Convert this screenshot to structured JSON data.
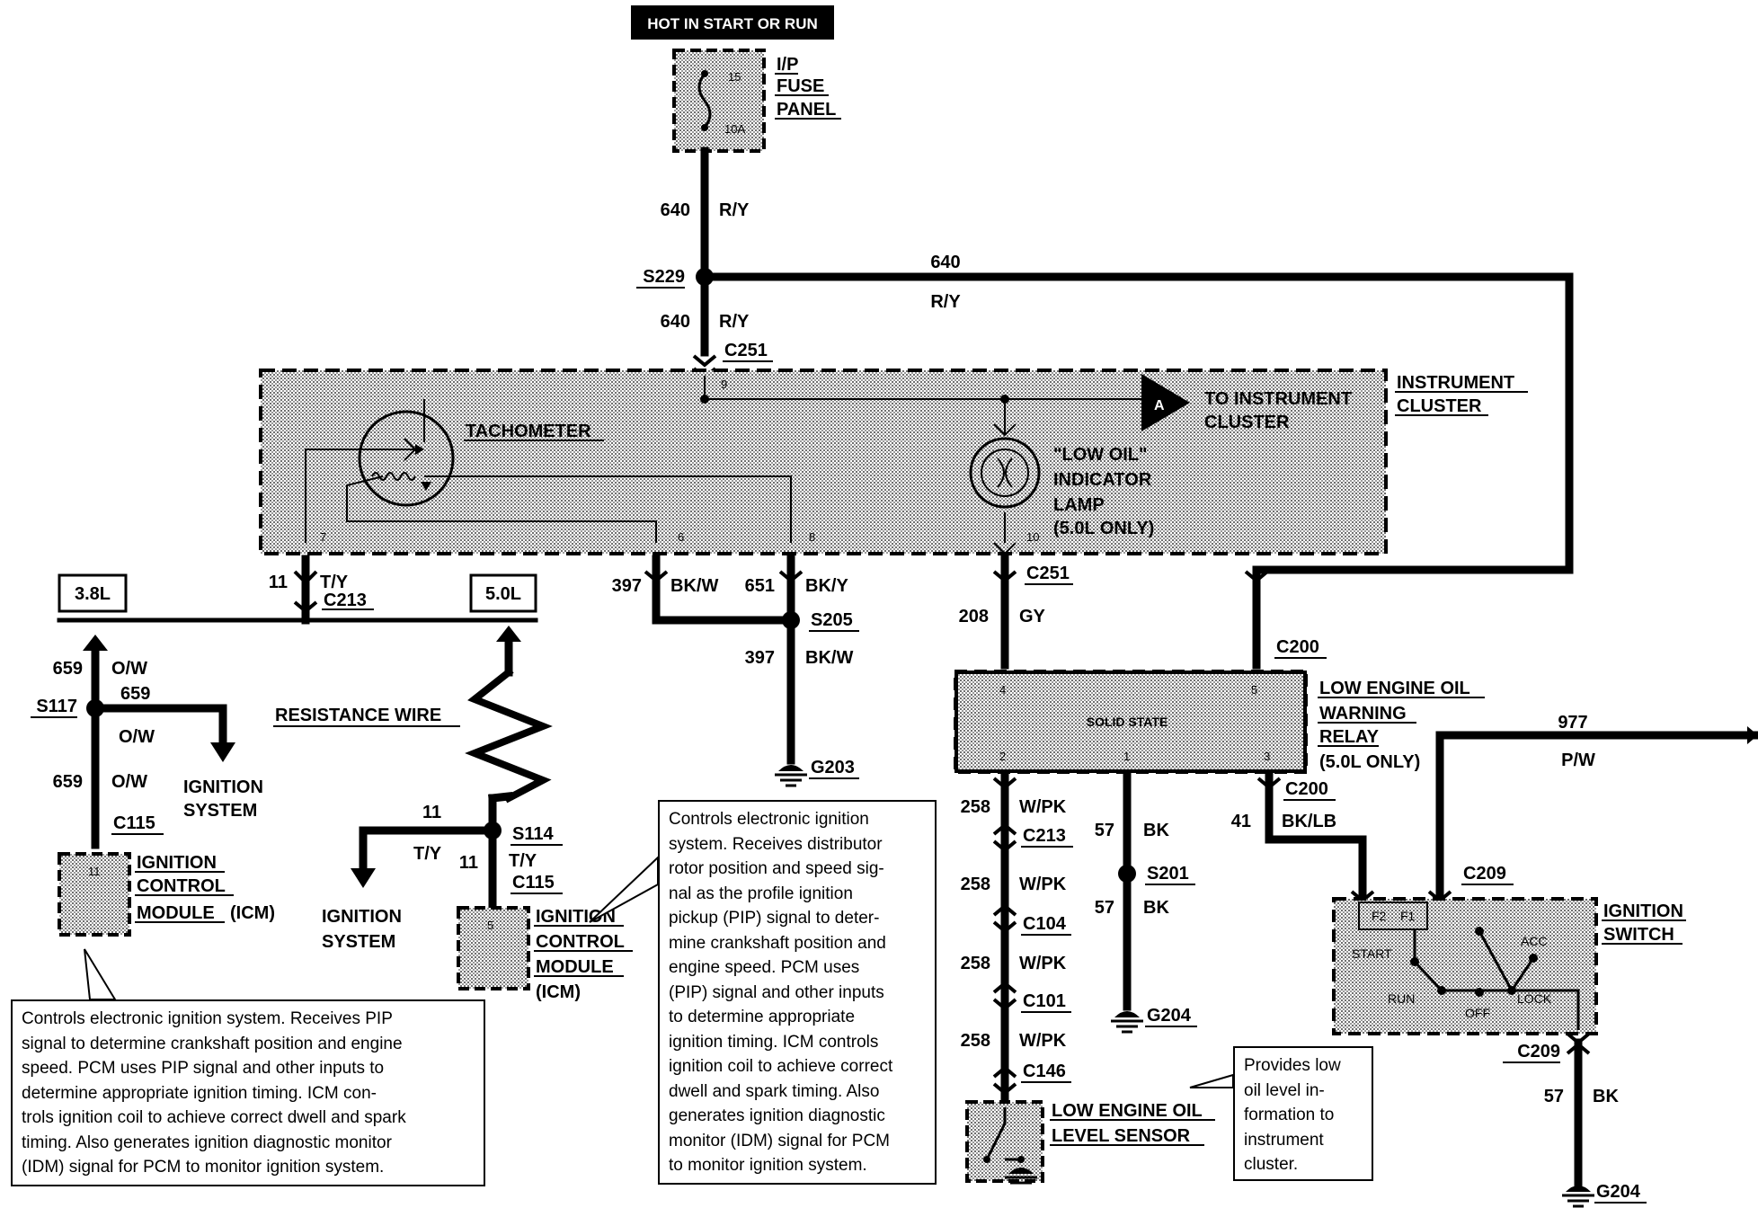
{
  "power_source": "HOT IN START OR RUN",
  "fuse_panel": {
    "lines": [
      "I/P",
      "FUSE",
      "PANEL"
    ],
    "fuse_number": "15",
    "rating": "10A"
  },
  "wires": {
    "top_circuit": "640",
    "top_color": "R/Y",
    "splice_s229": "S229",
    "mid_circuit": "640",
    "mid_color": "R/Y",
    "loop_circuit": "640",
    "loop_color": "R/Y",
    "tach_circuit": "11",
    "tach_color": "T/Y",
    "left_gnd_circuit": "397",
    "left_gnd_color": "BK/W",
    "tach8_circuit": "651",
    "tach8_color": "BK/Y",
    "gnd_circuit": "397",
    "gnd_color": "BK/W",
    "lamp_circuit": "208",
    "lamp_color": "GY",
    "icm38_top_circuit": "659",
    "icm38_top_color": "O/W",
    "icm38_branch_circuit": "659",
    "icm38_branch_color": "O/W",
    "icm38_bottom_circuit": "659",
    "icm38_bottom_color": "O/W",
    "icm50_branch_circuit": "11",
    "icm50_branch_color": "T/Y",
    "icm50_bottom_circuit": "11",
    "icm50_bottom_color": "T/Y",
    "sensor_circuit": "258",
    "sensor_color": "W/PK",
    "relay_gnd_circuit": "57",
    "relay_gnd_color": "BK",
    "relay_switch_circuit": "41",
    "relay_switch_color": "BK/LB",
    "switch_out_circuit": "977",
    "switch_out_color": "P/W",
    "switch_gnd_circuit": "57",
    "switch_gnd_color": "BK"
  },
  "connectors": {
    "c251": "C251",
    "c213": "C213",
    "c200": "C200",
    "c115": "C115",
    "c104": "C104",
    "c101": "C101",
    "c146": "C146",
    "c209": "C209"
  },
  "splices": {
    "s229": "S229",
    "s205": "S205",
    "s117": "S117",
    "s114": "S114",
    "s201": "S201"
  },
  "grounds": {
    "g203": "G203",
    "g204": "G204"
  },
  "instrument_cluster": {
    "title_lines": [
      "INSTRUMENT",
      "CLUSTER"
    ],
    "tachometer": "TACHOMETER",
    "to_cluster_lines": [
      "TO INSTRUMENT",
      "CLUSTER"
    ],
    "connector_a": "A",
    "lamp_lines": [
      "\"LOW OIL\"",
      "INDICATOR",
      "LAMP",
      "(5.0L ONLY)"
    ],
    "pins": {
      "p9": "9",
      "p7": "7",
      "p6": "6",
      "p8": "8",
      "p10": "10"
    }
  },
  "engine_options": {
    "left": "3.8L",
    "right": "5.0L"
  },
  "resistance_wire": "RESISTANCE WIRE",
  "ignition_system": {
    "left_lines": [
      "IGNITION",
      "SYSTEM"
    ],
    "right_lines": [
      "IGNITION",
      "SYSTEM"
    ]
  },
  "icm_left": {
    "lines": [
      "IGNITION",
      "CONTROL",
      "MODULE"
    ],
    "suffix": "(ICM)",
    "pin": "11"
  },
  "icm_right": {
    "lines": [
      "IGNITION",
      "CONTROL",
      "MODULE",
      "(ICM)"
    ],
    "pin": "5"
  },
  "relay": {
    "lines": [
      "LOW ENGINE OIL",
      "WARNING",
      "RELAY",
      "(5.0L ONLY)"
    ],
    "inner": "SOLID STATE",
    "pins": {
      "p4": "4",
      "p5": "5",
      "p2": "2",
      "p1": "1",
      "p3": "3"
    }
  },
  "sensor": {
    "lines": [
      "LOW ENGINE OIL",
      "LEVEL SENSOR"
    ]
  },
  "ignition_switch": {
    "lines": [
      "IGNITION",
      "SWITCH"
    ],
    "terminals": {
      "f2": "F2",
      "f1": "F1",
      "start": "START",
      "run": "RUN",
      "off": "OFF",
      "lock": "LOCK",
      "acc": "ACC"
    }
  },
  "notes": {
    "left": [
      "Controls electronic ignition system.  Receives PIP",
      "signal to determine crankshaft position and engine",
      "speed.  PCM uses PIP signal and other inputs to",
      "determine appropriate ignition timing.  ICM con-",
      "trols ignition coil to achieve correct dwell and spark",
      "timing.  Also generates ignition diagnostic monitor",
      "(IDM) signal for PCM to monitor ignition system."
    ],
    "middle": [
      "Controls electronic ignition",
      "system.  Receives distributor",
      "rotor position and speed sig-",
      "nal as the profile ignition",
      "pickup (PIP) signal to deter-",
      "mine crankshaft position and",
      "engine speed.  PCM uses",
      "(PIP) signal and other inputs",
      "to determine appropriate",
      "ignition timing.  ICM controls",
      "ignition coil to achieve correct",
      "dwell and spark timing.  Also",
      "generates ignition diagnostic",
      "monitor (IDM) signal for PCM",
      "to monitor ignition system."
    ],
    "right": [
      "Provides low",
      "oil level in-",
      "formation to",
      "instrument",
      "cluster."
    ]
  }
}
